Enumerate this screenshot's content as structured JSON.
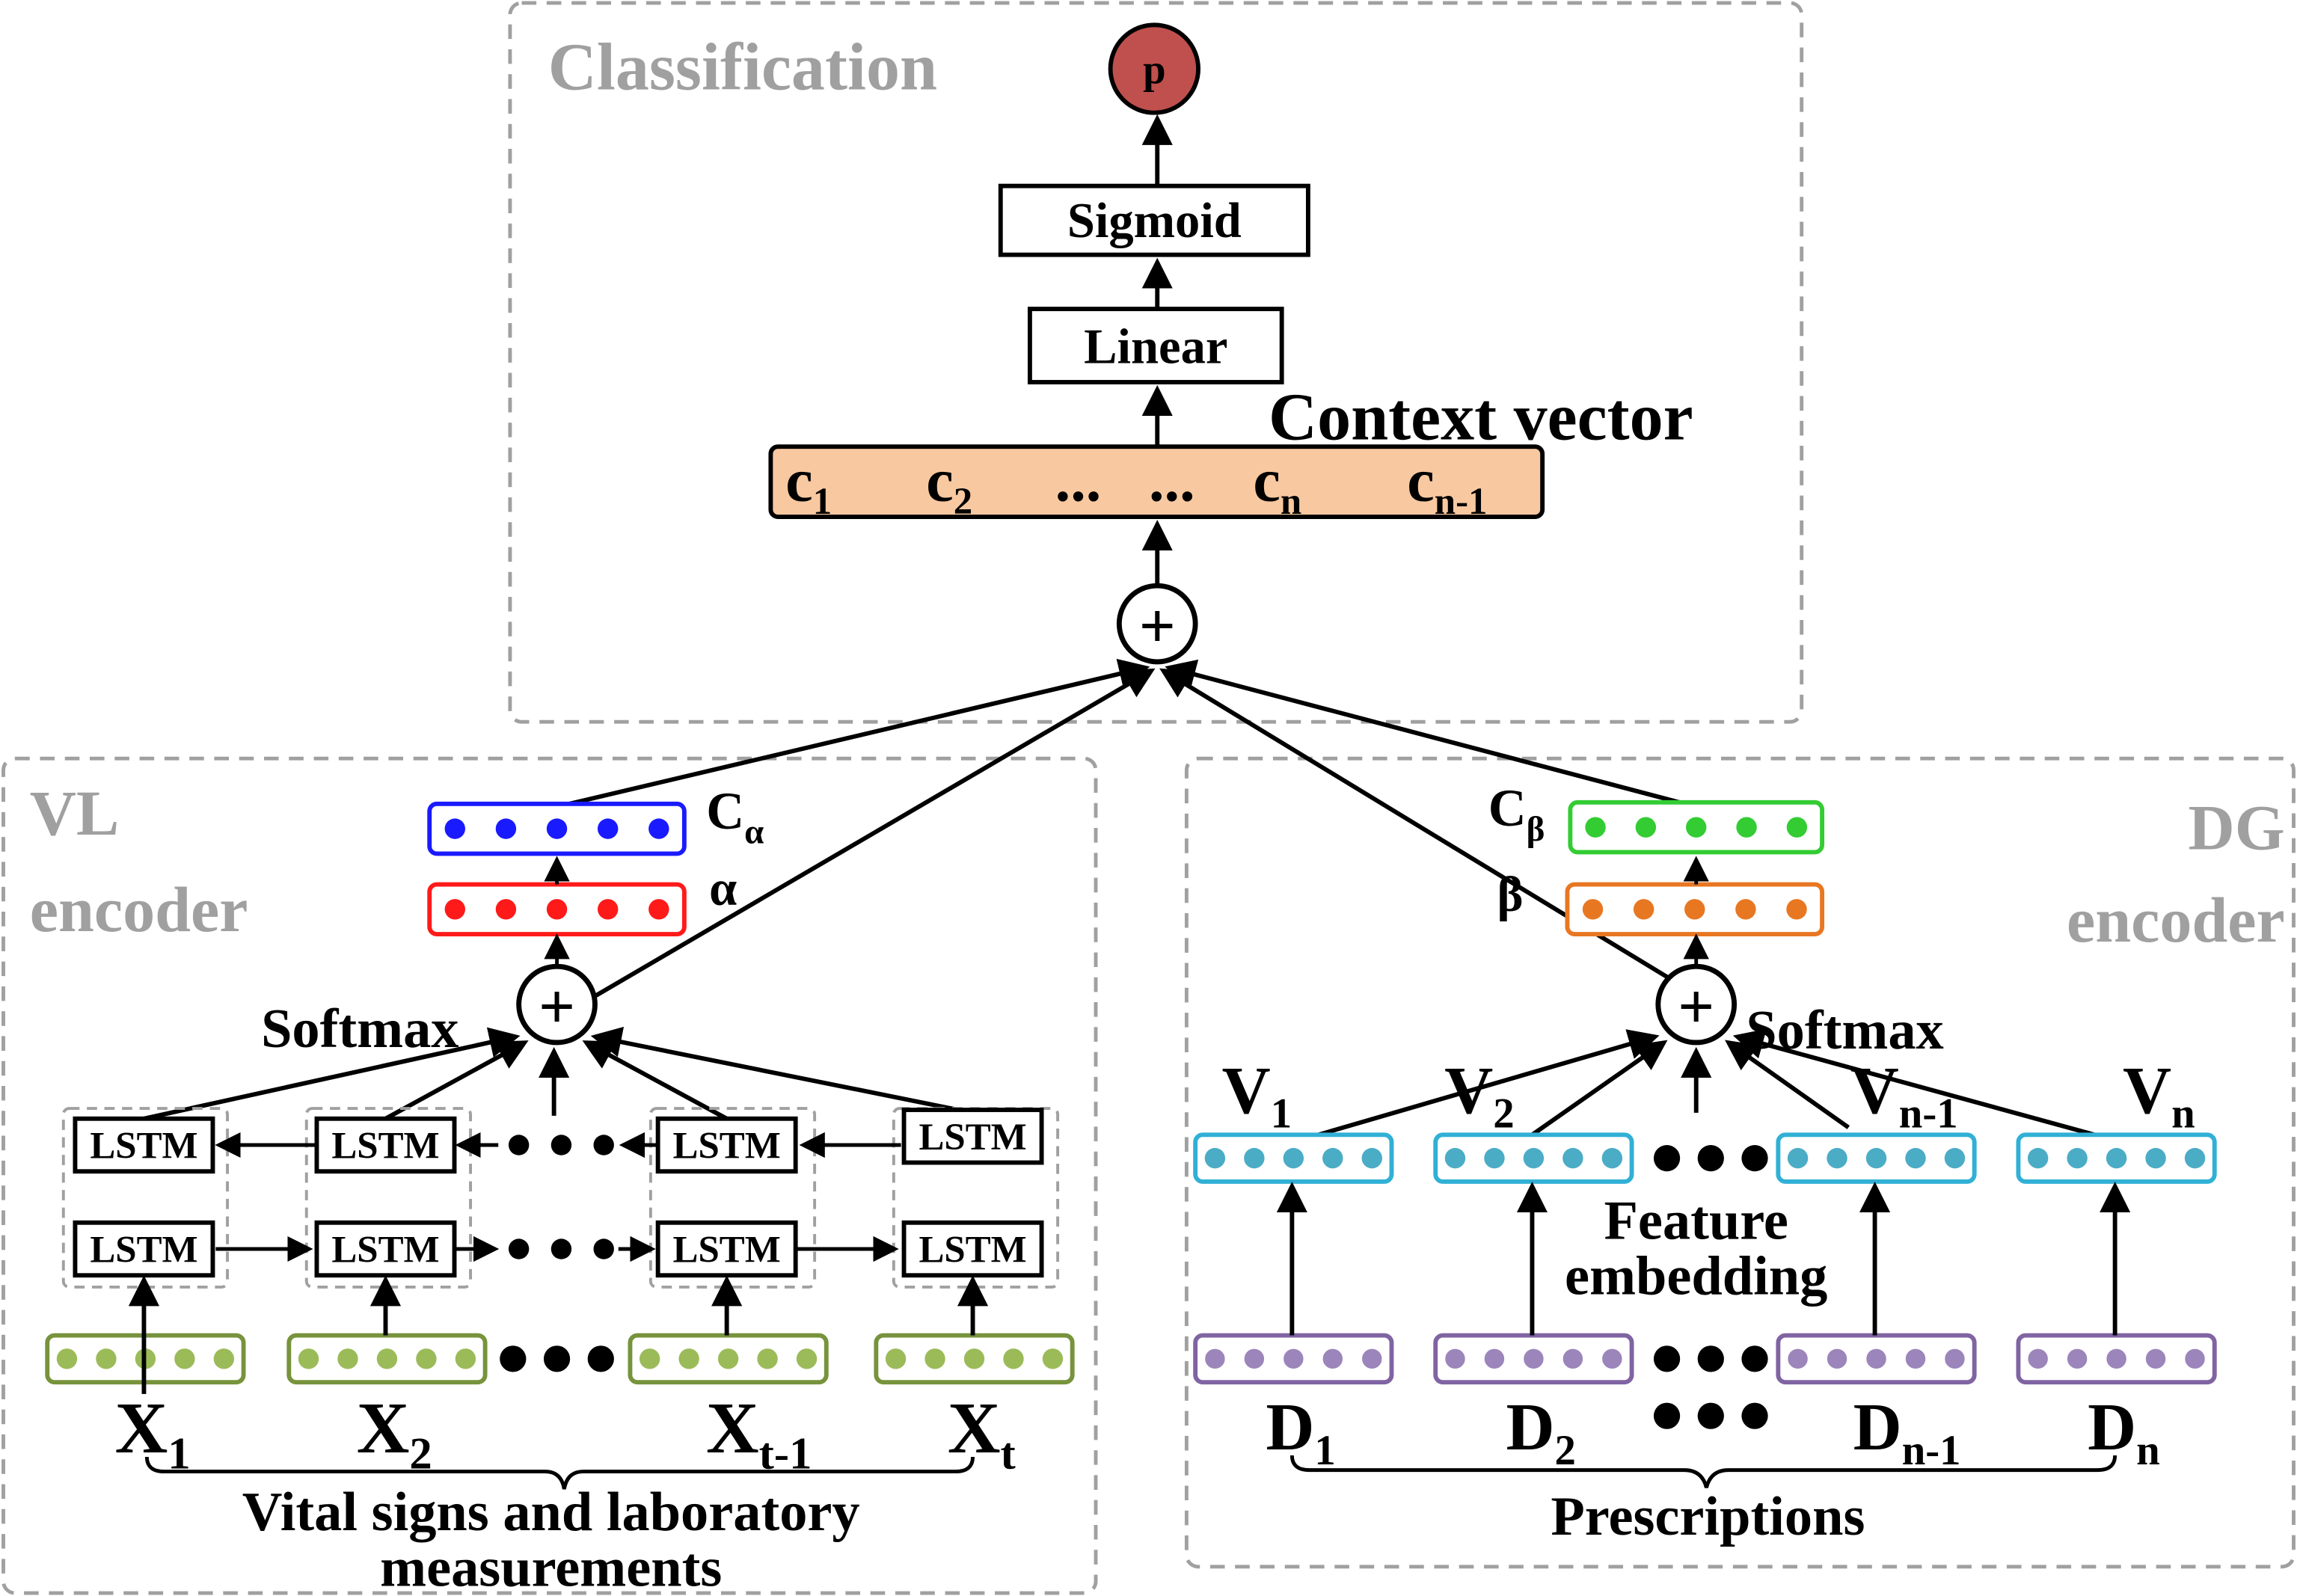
{
  "panels": {
    "classification": "Classification",
    "vl_line1": "VL",
    "vl_line2": "encoder",
    "dg_line1": "DG",
    "dg_line2": "encoder"
  },
  "top": {
    "output": "p",
    "sigmoid": "Sigmoid",
    "linear": "Linear",
    "context_vector": "Context vector",
    "context_cells": [
      {
        "base": "c",
        "sub": "1"
      },
      {
        "base": "c",
        "sub": "2"
      },
      {
        "base": "...",
        "sub": ""
      },
      {
        "base": "...",
        "sub": ""
      },
      {
        "base": "c",
        "sub": "n"
      },
      {
        "base": "c",
        "sub": "n-1"
      }
    ],
    "plus": "+"
  },
  "vl": {
    "c_alpha": {
      "base": "C",
      "sub": "α"
    },
    "alpha": "α",
    "softmax": "Softmax",
    "lstm": "LSTM",
    "inputs": [
      {
        "base": "X",
        "sub": "1"
      },
      {
        "base": "X",
        "sub": "2"
      },
      {
        "base": "X",
        "sub": "t-1"
      },
      {
        "base": "X",
        "sub": "t"
      }
    ],
    "caption_line1": "Vital signs and laboratory",
    "caption_line2": "measurements"
  },
  "dg": {
    "c_beta": {
      "base": "C",
      "sub": "β"
    },
    "beta": "β",
    "softmax": "Softmax",
    "embeddings": [
      {
        "base": "V",
        "sub": "1"
      },
      {
        "base": "V",
        "sub": "2"
      },
      {
        "base": "V",
        "sub": "n-1"
      },
      {
        "base": "V",
        "sub": "n"
      }
    ],
    "feature_line1": "Feature",
    "feature_line2": "embedding",
    "inputs": [
      {
        "base": "D",
        "sub": "1"
      },
      {
        "base": "D",
        "sub": "2"
      },
      {
        "base": "D",
        "sub": "n-1"
      },
      {
        "base": "D",
        "sub": "n"
      }
    ],
    "caption": "Prescriptions"
  },
  "colors": {
    "panel_border": "#a0a0a0",
    "output_node": "#c0504d",
    "context_fill": "#f8c8a0",
    "context_border": "#d98a3a",
    "blue": "#1a1aff",
    "red": "#ff1a1a",
    "green_vec": "#33cc33",
    "orange": "#e87722",
    "olive_border": "#77933c",
    "olive_dot": "#9bbb59",
    "cyan_border": "#31b0d5",
    "cyan_dot": "#4bacc6",
    "purple_border": "#8064a2",
    "purple_dot": "#9b85bb"
  }
}
